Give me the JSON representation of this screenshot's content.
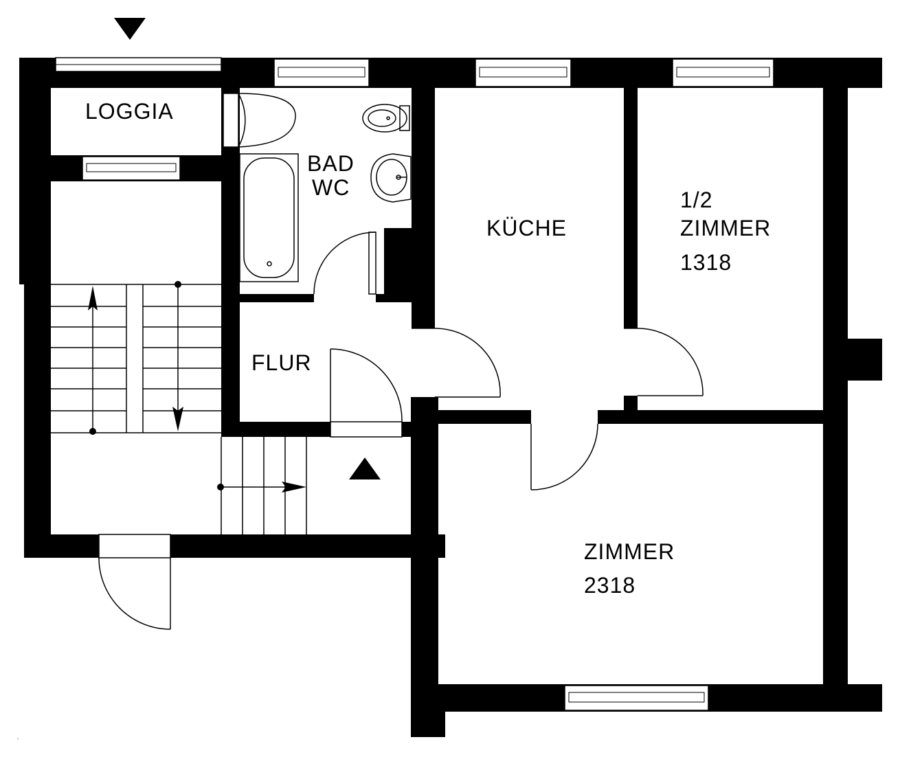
{
  "rooms": {
    "loggia": {
      "name": "LOGGIA"
    },
    "bad": {
      "line1": "BAD",
      "line2": "WC"
    },
    "kueche": {
      "name": "KÜCHE"
    },
    "half_zimmer": {
      "line1": "1/2",
      "line2": "ZIMMER",
      "code": "1318"
    },
    "flur": {
      "name": "FLUR"
    },
    "zimmer": {
      "line1": "ZIMMER",
      "code": "2318"
    }
  },
  "corner_mark": "◦",
  "colors": {
    "wall": "#000000",
    "background": "#ffffff"
  },
  "icons": {
    "entrance_top": "triangle-down-icon",
    "entrance_stair": "triangle-up-icon"
  }
}
